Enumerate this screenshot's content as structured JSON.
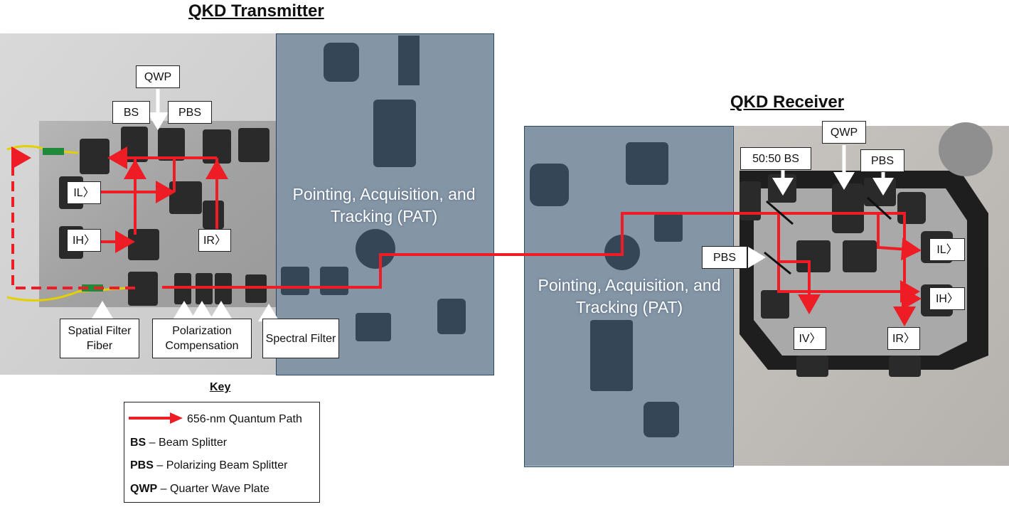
{
  "transmitter": {
    "title": "QKD Transmitter",
    "pat_label": "Pointing, Acquisition, and Tracking (PAT)",
    "labels": {
      "qwp": "QWP",
      "bs": "BS",
      "pbs": "PBS",
      "state_l": "IL〉",
      "state_h": "IH〉",
      "state_r": "IR〉",
      "spatial_filter": "Spatial Filter Fiber",
      "polarization": "Polarization Compensation",
      "spectral": "Spectral Filter"
    }
  },
  "receiver": {
    "title": "QKD Receiver",
    "pat_label": "Pointing, Acquisition, and Tracking (PAT)",
    "labels": {
      "qwp": "QWP",
      "bs5050": "50:50 BS",
      "pbs_top": "PBS",
      "pbs_left": "PBS",
      "state_l": "IL〉",
      "state_h": "IH〉",
      "state_v": "IV〉",
      "state_r": "IR〉"
    }
  },
  "key": {
    "title": "Key",
    "quantum_path": "656-nm Quantum Path",
    "bs_abbr": "BS",
    "bs_desc": " – Beam Splitter",
    "pbs_abbr": "PBS",
    "pbs_desc": " – Polarizing Beam Splitter",
    "qwp_abbr": "QWP",
    "qwp_desc": " – Quarter Wave Plate"
  },
  "colors": {
    "beam": "#ee1c25",
    "pat_panel": "#4a6e96",
    "plate": "#a8a8a8"
  }
}
